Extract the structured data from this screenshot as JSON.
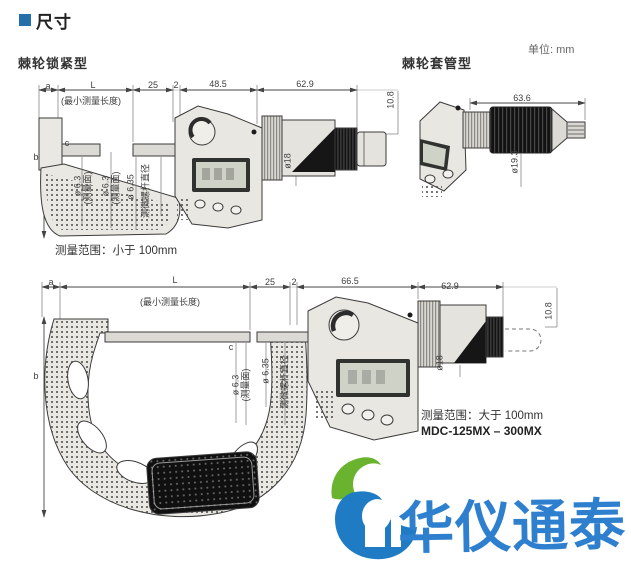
{
  "header": {
    "title": "尺寸"
  },
  "unit_label": "单位: mm",
  "diagram1": {
    "label": "棘轮锁紧型",
    "dim_a": "a",
    "dim_l": "L",
    "dim_l_note": "(最小测量长度)",
    "dim_25": "25",
    "dim_2": "2",
    "dim_48_5": "48.5",
    "dim_62_9": "62.9",
    "dim_10_8": "10.8",
    "dim_b": "b",
    "dim_c": "c",
    "face1_dia": "ø 6.3",
    "face1_note": "(测量面)",
    "face2_dia": "ø 6.3",
    "face2_note": "(测量面)",
    "screw_dia": "ø 6.35",
    "screw_note": "测微螺杆直径",
    "thimble_dia": "ø18",
    "range": "测量范围：小于 100mm"
  },
  "diagram2": {
    "label": "棘轮套管型",
    "dim_63_6": "63.6",
    "sleeve_dia": "ø19.3"
  },
  "diagram3": {
    "dim_a": "a",
    "dim_l": "L",
    "dim_l_note": "(最小测量长度)",
    "dim_25": "25",
    "dim_2": "2",
    "dim_66_5": "66.5",
    "dim_62_9": "62.9",
    "dim_10_8": "10.8",
    "dim_b": "b",
    "dim_c": "c",
    "face_dia": "ø 6.3",
    "face_note": "(测量面)",
    "screw_dia": "ø 6.35",
    "screw_note": "测微螺杆直径",
    "thimble_dia": "ø18",
    "range": "测量范围：大于 100mm",
    "model": "MDC-125MX – 300MX"
  },
  "watermark": {
    "text": "华仪通泰"
  },
  "colors": {
    "accent_blue": "#2470a8",
    "watermark_blue": "#2e80cf",
    "watermark_green": "#6ab32e"
  }
}
